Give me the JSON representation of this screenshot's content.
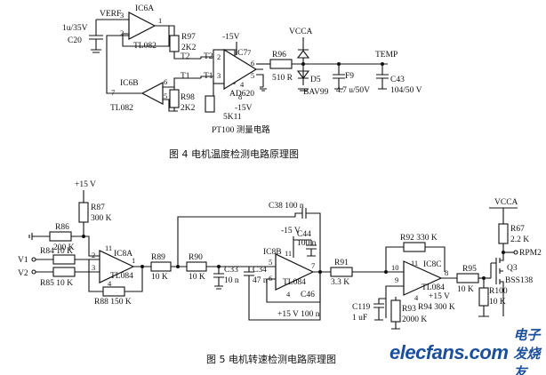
{
  "fig4": {
    "caption": "图 4  电机温度检测电路原理图",
    "labels": {
      "verf": "VERF",
      "ic6a": "IC6A",
      "tl082_a": "TL082",
      "cap_val": "1u/35V",
      "c20": "C20",
      "r97": "R97",
      "r97_val": "2K2",
      "t2a": "T2",
      "ic6b": "IC6B",
      "tl082_b": "TL082",
      "r98": "R98",
      "r98_val": "2K2",
      "t1a": "T1",
      "t2b": "T2",
      "t1b": "T1",
      "ic7": "IC7",
      "ad620": "AD620",
      "neg15a": "-15V",
      "neg15b": "-15V",
      "r5k": "5K11",
      "pt100": "PT100 测量电路",
      "r96": "R96",
      "r96_val": "510 R",
      "vcca": "VCCA",
      "d5": "D5",
      "bav99": "BAV99",
      "f9": "F9",
      "cap47": "4.7 u/50V",
      "temp": "TEMP",
      "c43": "C43",
      "c43_val": "104/50 V",
      "p3": "3",
      "p2": "2",
      "p1": "1",
      "p7": "7",
      "p6": "6",
      "p5": "5",
      "a2": "2",
      "a3": "3",
      "a7": "7",
      "a4": "4",
      "a5": "5",
      "a6": "6",
      "a8": "8"
    }
  },
  "fig5": {
    "caption": "图 5  电机转速检测电路原理图",
    "labels": {
      "p15v": "+15 V",
      "r87": "R87",
      "r87_val": "300 K",
      "r86": "R86",
      "r86_val": "200 K",
      "r84": "R84 10 K",
      "r85": "R85 10 K",
      "v1": "V1",
      "v2": "V2",
      "ic8a": "IC8A",
      "tl084_a": "TL084",
      "r88": "R88 150 K",
      "r89": "R89",
      "r89_val": "10 K",
      "r90": "R90",
      "r90_val": "10 K",
      "c33": "C33",
      "c33_val": "10 n",
      "c34": "C34",
      "c34_val": "47 n",
      "c38": "C38 100 n",
      "neg15": "-15 V",
      "c44": "C44",
      "c44_val": "100 n",
      "ic8b": "IC8B",
      "tl084_b": "TL084",
      "c46": "C46",
      "p15v_b": "+15 V 100 n",
      "r91": "R91",
      "r91_val": "3.3 K",
      "r92": "R92 330 K",
      "ic8c": "IC8C",
      "tl084_c": "TL084",
      "c119": "C119",
      "c119_val": "1 uF",
      "r93": "R93",
      "r93_val": "2000 K",
      "r94": "R94 300 K",
      "p15v_c": "+15 V",
      "r95": "R95",
      "r95_val": "10 K",
      "r100": "R100",
      "r100_val": "10 K",
      "vcca": "VCCA",
      "r67": "R67",
      "r67_val": "2.2 K",
      "rpm2": "RPM2",
      "q3": "Q3",
      "bss138": "BSS138",
      "n11a": "11",
      "n2": "2",
      "n3": "3",
      "n4a": "4",
      "n1": "1",
      "n11b": "11",
      "n5": "5",
      "n6": "6",
      "n7": "7",
      "n4b": "4",
      "n11c": "11",
      "n10": "10",
      "n9": "9",
      "n8": "8",
      "n4c": "4"
    }
  },
  "watermark": {
    "logo": "elecfans.com",
    "cn": "电子发烧友"
  }
}
